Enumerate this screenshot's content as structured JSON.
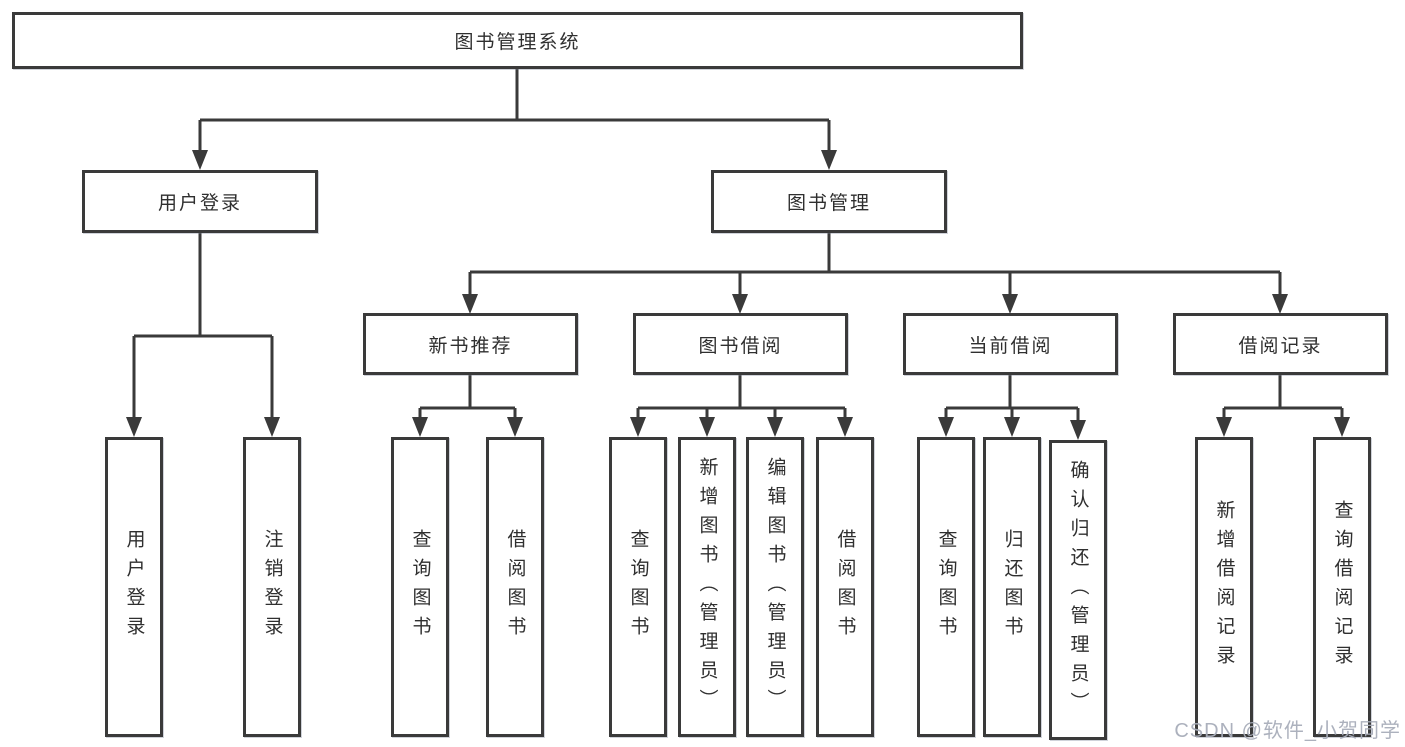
{
  "tree": {
    "root": "图书管理系统",
    "level2": [
      "用户登录",
      "图书管理"
    ],
    "level3": [
      "新书推荐",
      "图书借阅",
      "当前借阅",
      "借阅记录"
    ],
    "leaves": {
      "login": [
        "用户登录",
        "注销登录"
      ],
      "recommend": [
        "查询图书",
        "借阅图书"
      ],
      "borrow": [
        "查询图书",
        "新增图书（管理员）",
        "编辑图书（管理员）",
        "借阅图书"
      ],
      "current": [
        "查询图书",
        "归还图书",
        "确认归还（管理员）"
      ],
      "records": [
        "新增借阅记录",
        "查询借阅记录"
      ]
    }
  },
  "watermark": "CSDN @软件_小贺同学",
  "colors": {
    "line": "#3a3a3a",
    "box_border": "#3a3a3a",
    "text": "#2f2f2f",
    "watermark": "#a8adb9",
    "background": "#ffffff"
  }
}
